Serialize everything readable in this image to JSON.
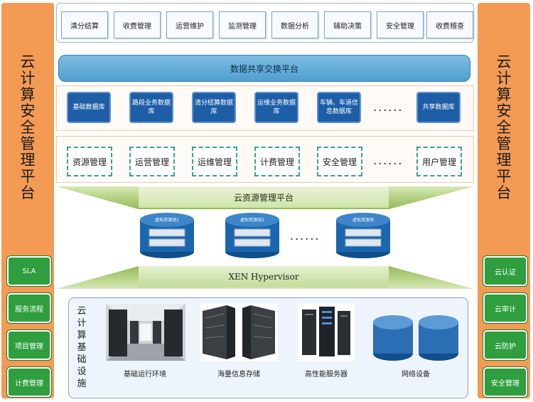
{
  "side_title": [
    "云",
    "计",
    "算",
    "安",
    "全",
    "管",
    "理",
    "平",
    "台"
  ],
  "left_buttons": [
    "SLA",
    "服务流程",
    "项目管理",
    "计费管理"
  ],
  "right_buttons": [
    "云认证",
    "云审计",
    "云防护",
    "安全管理"
  ],
  "top_apps": [
    "清分结算",
    "收费管理",
    "运营维护",
    "监测管理",
    "数据分析",
    "辅助决策",
    "安全管理",
    "收费稽查"
  ],
  "exchange_platform": "数据共享交换平台",
  "databases": [
    "基础数据库",
    "路段业务数据库",
    "清分结算数据库",
    "运维业务数据库",
    "车辆、车道信息数据库",
    "共享数据库"
  ],
  "ellipsis": "......",
  "management": [
    "资源管理",
    "运营管理",
    "运维管理",
    "计费管理",
    "安全管理",
    "用户管理"
  ],
  "cloud_resource_platform": "云资源管理平台",
  "pools": [
    "虚拟资源池1",
    "虚拟资源池2",
    "虚拟资源池"
  ],
  "hypervisor": "XEN Hypervisor",
  "base_title": [
    "云",
    "计",
    "算",
    "基",
    "础",
    "设",
    "施"
  ],
  "base_items": [
    "基础运行环境",
    "海量信息存储",
    "高性能服务器",
    "网络设备"
  ],
  "colors": {
    "side": "#f39a55",
    "green_button": "#2e9e3e",
    "db_box": "#1d5ea7",
    "platform": "#5fa9d8",
    "dashed": "#38a29a"
  }
}
